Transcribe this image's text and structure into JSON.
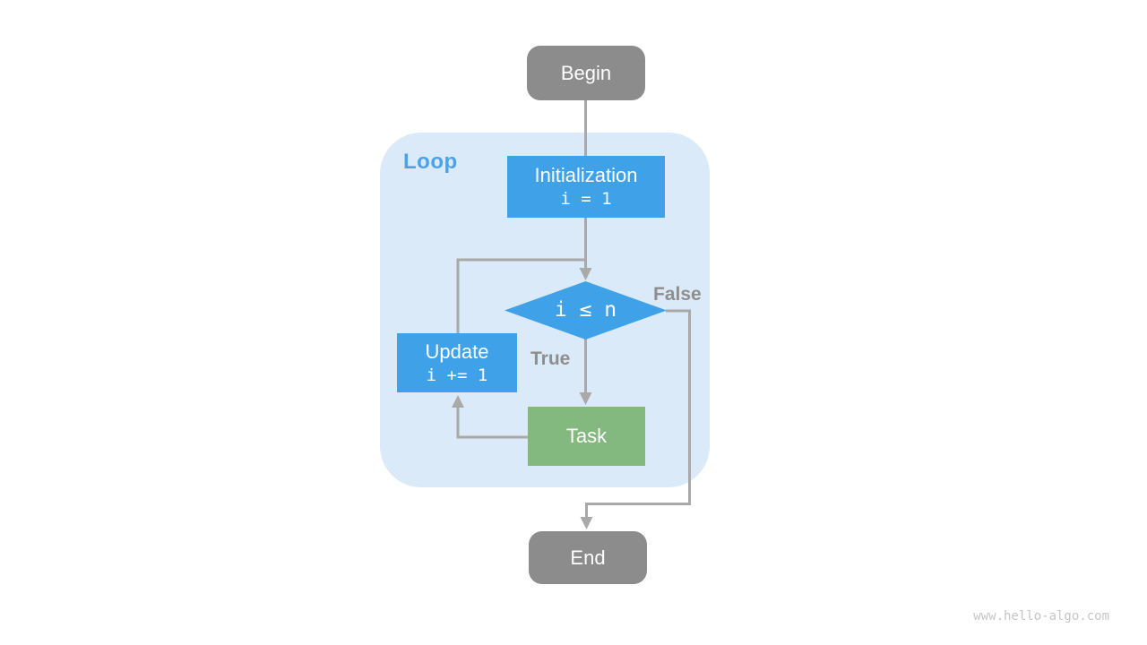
{
  "loop": {
    "label": "Loop"
  },
  "nodes": {
    "begin": {
      "label": "Begin"
    },
    "init": {
      "label": "Initialization",
      "code": "i = 1"
    },
    "condition": {
      "code": "i ≤ n"
    },
    "update": {
      "label": "Update",
      "code": "i += 1"
    },
    "task": {
      "label": "Task"
    },
    "end": {
      "label": "End"
    }
  },
  "edges": {
    "true_label": "True",
    "false_label": "False"
  },
  "watermark": "www.hello-algo.com",
  "colors": {
    "process_blue": "#3FA2E9",
    "task_green": "#83B97E",
    "terminal_gray": "#8C8C8C",
    "loop_bg": "#DAEAF8",
    "loop_label_blue": "#4AA3EA",
    "arrow_gray": "#A9A9A9",
    "edge_label_gray": "#8E8E8E",
    "watermark_gray": "#C6C6C6",
    "text_white": "#FFFFFF"
  }
}
